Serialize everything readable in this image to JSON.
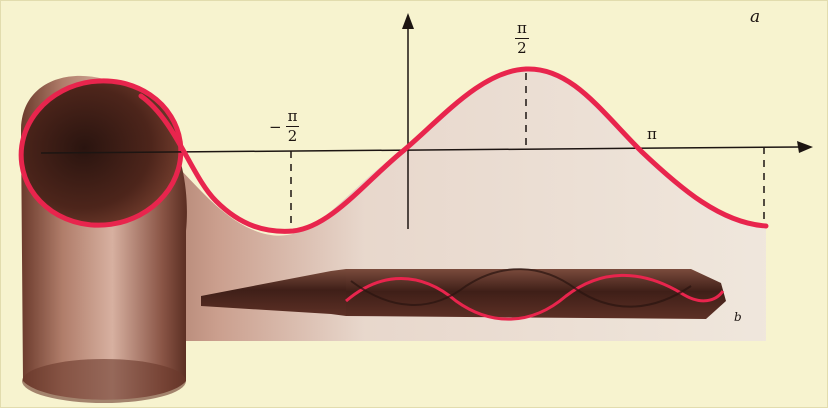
{
  "labels": {
    "panel_a": "a",
    "panel_b": "b",
    "tick_pi": "π",
    "tick_pi_half": {
      "numerator": "π",
      "denominator": "2"
    },
    "tick_neg_pi_half": {
      "sign": "−",
      "numerator": "π",
      "denominator": "2"
    }
  },
  "colors": {
    "background": "#f7f3cf",
    "sheet": "#ece4d6",
    "shadow": "#b98a78",
    "curve": "#e8254d",
    "axis": "#1d1512"
  }
}
